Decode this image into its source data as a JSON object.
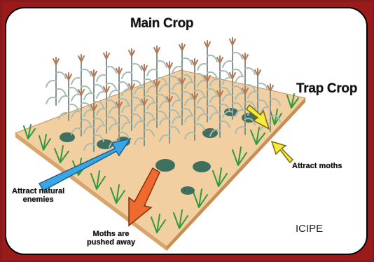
{
  "labels": {
    "main_crop": "Main Crop",
    "trap_crop": "Trap Crop",
    "attract_moths": "Attract moths",
    "attract_enemies_line1": "Attract natural",
    "attract_enemies_line2": "enemies",
    "pushed_line1": "Moths are",
    "pushed_line2": "pushed away",
    "credit": "ICIPE"
  },
  "colors": {
    "frame": "#9b1b1b",
    "field": "#f2cfa0",
    "field_edge": "#c98e55",
    "blue_arrow": "#3aa6e8",
    "orange_arrow": "#ef6a2e",
    "yellow_arrow": "#f6ea3a",
    "maize": "#9fb0a8",
    "desmodium": "#3f6f5e",
    "napier": "#2f9a3a"
  }
}
